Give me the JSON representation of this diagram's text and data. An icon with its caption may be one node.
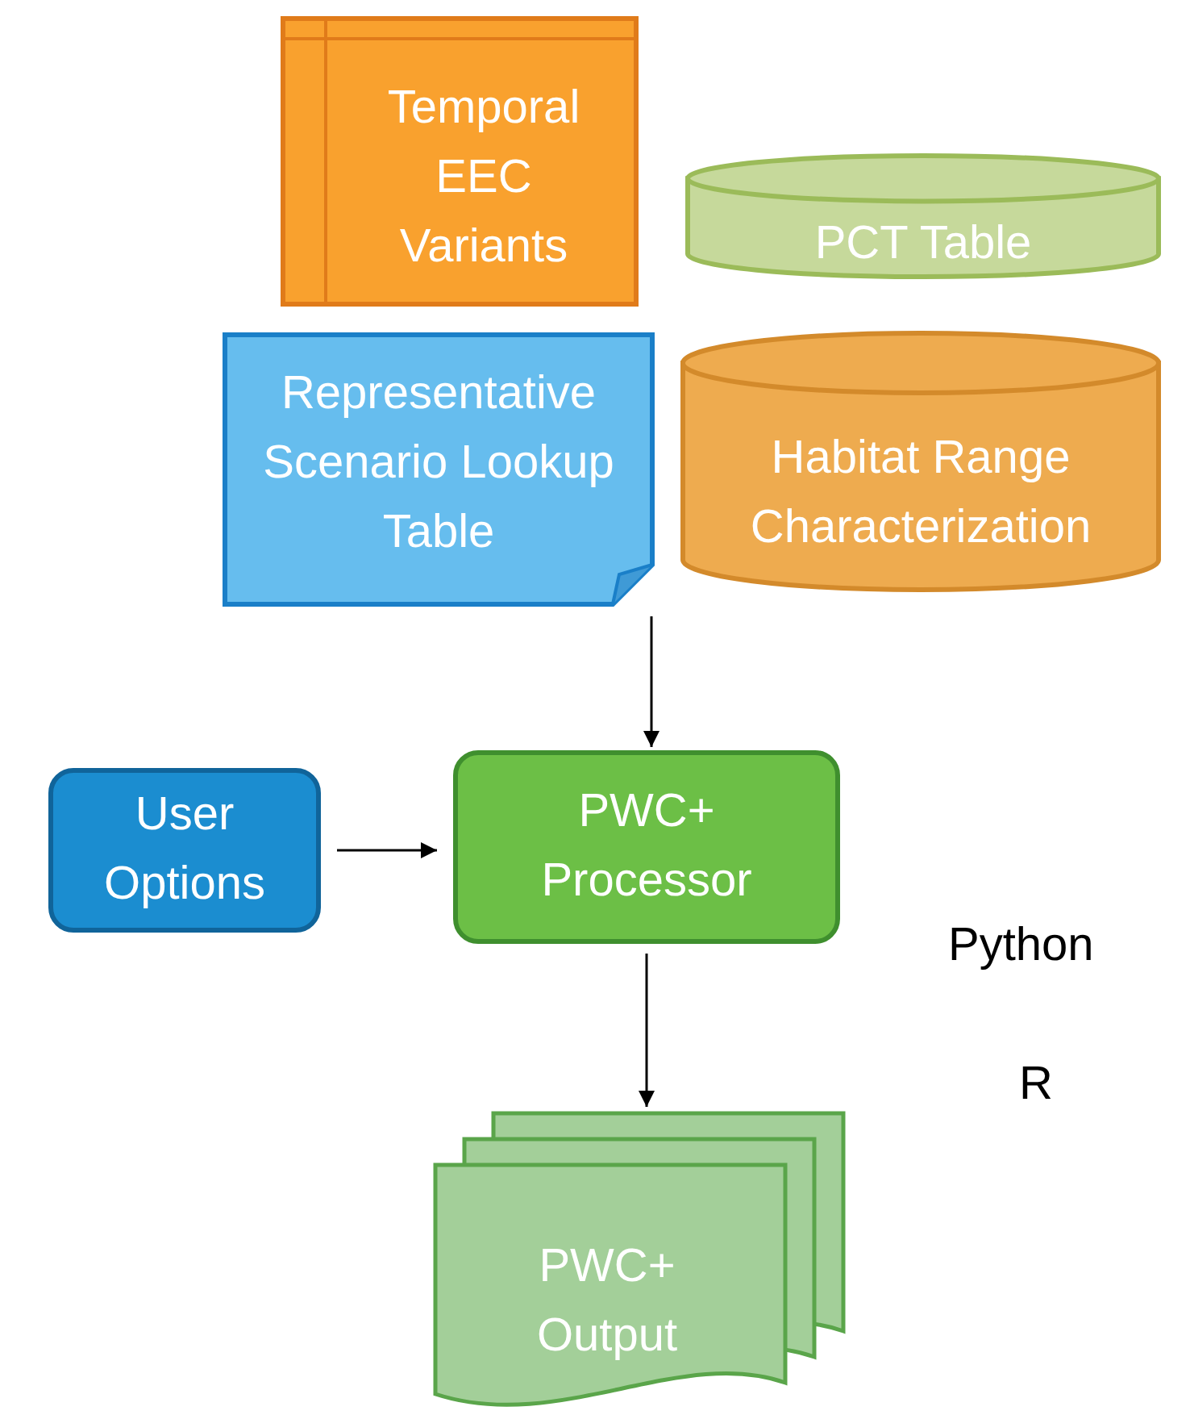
{
  "diagram": {
    "nodes": [
      {
        "text": [
          "Temporal EEC Variants"
        ]
      },
      {
        "text": [
          "PCT Table"
        ]
      },
      {
        "text": [
          "Representative Scenario Lookup Table"
        ]
      },
      {
        "text": [
          "Habitat Range Characterization"
        ]
      },
      {
        "text": [
          "User Options"
        ]
      },
      {
        "text": [
          "PWC+ Processor"
        ]
      },
      {
        "text": [
          "PWC+ Output"
        ]
      }
    ],
    "edges": [
      {
        "from": 2,
        "to": 5,
        "arrow": "to"
      },
      {
        "from": 4,
        "to": 5,
        "arrow": "to"
      },
      {
        "from": 5,
        "to": 6,
        "arrow": "to"
      }
    ],
    "labels": [
      "Python",
      "R"
    ]
  }
}
